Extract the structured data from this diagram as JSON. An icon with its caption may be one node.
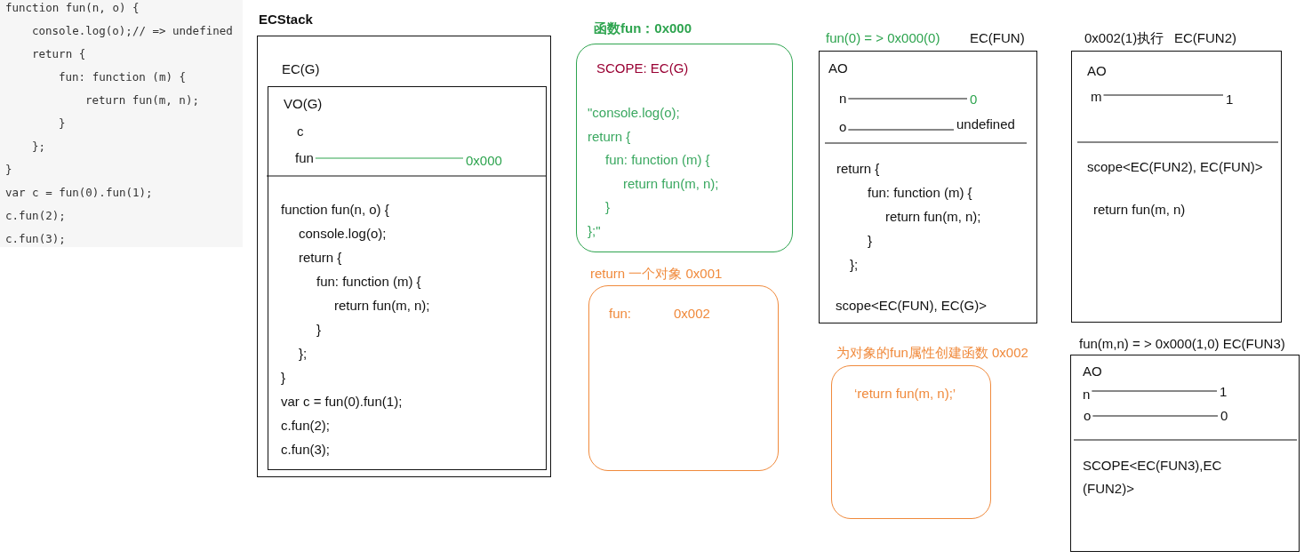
{
  "diagram": {
    "nodes": [
      {
        "text": [
          "function fun(n, o) {",
          "console.log(o);// => undefined",
          "return {",
          "fun: function (m) {",
          "return fun(m, n);",
          "}",
          "};",
          "}",
          "var c = fun(0).fun(1);",
          "c.fun(2);",
          "c.fun(3);"
        ]
      },
      {
        "text": [
          "ECStack",
          "EC(G)"
        ]
      },
      {
        "text": [
          "VO(G)",
          "function fun(n, o) {",
          "console.log(o);",
          "return {",
          "fun: function (m) {",
          "return fun(m, n);",
          "}",
          "};",
          "}",
          "var c = fun(0).fun(1);",
          "c.fun(2);",
          "c.fun(3);"
        ],
        "in": 1
      },
      {
        "text": [
          "c"
        ],
        "in": 2
      },
      {
        "text": [
          "fun"
        ],
        "in": 2
      },
      {
        "text": [
          "0x000"
        ],
        "in": 2
      },
      {
        "text": [
          "函数fun：0x000",
          "SCOPE: EC(G)",
          "\"console.log(o);",
          "return {",
          "fun: function (m) {",
          "return fun(m, n);",
          "}",
          "};\""
        ]
      },
      {
        "text": [
          "return 一个对象 0x001",
          "fun:",
          "0x002"
        ]
      },
      {
        "text": [
          "fun(0) = > 0x000(0)",
          "EC(FUN)",
          "AO",
          "return {",
          "fun: function (m) {",
          "return fun(m, n);",
          "}",
          "};",
          "scope<EC(FUN), EC(G)>"
        ]
      },
      {
        "text": [
          "n"
        ],
        "in": 8
      },
      {
        "text": [
          "0"
        ],
        "in": 8
      },
      {
        "text": [
          "o"
        ],
        "in": 8
      },
      {
        "text": [
          "undefined"
        ],
        "in": 8
      },
      {
        "text": [
          "0x002(1)执行",
          "EC(FUN2)",
          "AO",
          "scope<EC(FUN2), EC(FUN)>",
          "return fun(m, n)"
        ]
      },
      {
        "text": [
          "m"
        ],
        "in": 13
      },
      {
        "text": [
          "1"
        ],
        "in": 13
      },
      {
        "text": [
          "为对象的fun属性创建函数 0x002",
          "‘return fun(m, n);’"
        ]
      },
      {
        "text": [
          "fun(m,n) = > 0x000(1,0) EC(FUN3)",
          "AO",
          "SCOPE<EC(FUN3),EC(FUN2)>"
        ]
      },
      {
        "text": [
          "n"
        ],
        "in": 17
      },
      {
        "text": [
          "1"
        ],
        "in": 17
      },
      {
        "text": [
          "o"
        ],
        "in": 17
      },
      {
        "text": [
          "0"
        ],
        "in": 17
      }
    ],
    "edges": [
      {
        "from": 4,
        "to": 5,
        "arrow": "none",
        "color": "#2ea44f"
      },
      {
        "from": 9,
        "to": 10,
        "arrow": "none"
      },
      {
        "from": 11,
        "to": 12,
        "arrow": "none"
      },
      {
        "from": 14,
        "to": 15,
        "arrow": "none"
      },
      {
        "from": 18,
        "to": 19,
        "arrow": "none"
      },
      {
        "from": 20,
        "to": 21,
        "arrow": "none"
      }
    ]
  }
}
